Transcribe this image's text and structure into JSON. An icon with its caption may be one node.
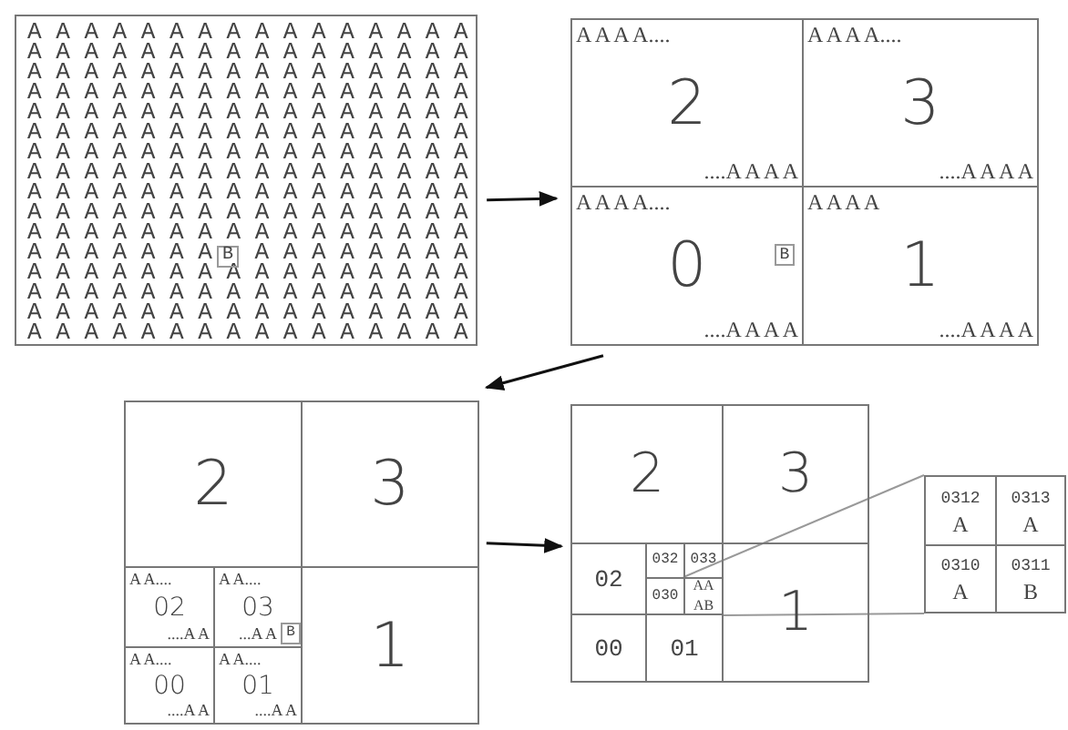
{
  "diagram": {
    "nodes": [
      {
        "text": [
          "A A A A A A A A A A A A A A A A",
          "A A A A A A A A A A A A A A A A",
          "A A A A A A A A A A A A A A A A",
          "A A A A A A A A A A A A A A A A",
          "A A A A A A A A A A A A A A A A",
          "A A A A A A A A A A A A A A A A",
          "A A A A A A A A A A A A A A A A",
          "A A A A A A A A A A A A A A A A",
          "A A A A A A A A A A A A A A A A",
          "A A A A A A A A A A A A A A A A",
          "A A A A A A A A A A A A A A A A",
          "A A A A A A A",
          "A A A A A A A A",
          "A A A A A A A A A A A A A A A A",
          "A A A A A A A A A A A A A A A A",
          "A A A A A A A A A A A A A A A A",
          "A A A A A A A A A A A A A A A A"
        ]
      },
      {
        "text": [
          "B"
        ],
        "in": 0
      },
      {
        "text": [],
        "shape": "box"
      },
      {
        "text": [
          "A A A A....",
          "2",
          "....A A A A"
        ],
        "in": 2
      },
      {
        "text": [
          "A A A A....",
          "3",
          "....A A A A"
        ],
        "in": 2
      },
      {
        "text": [
          "A A A A....",
          "0",
          "....A A A A"
        ],
        "in": 2
      },
      {
        "text": [
          "B"
        ],
        "in": 5
      },
      {
        "text": [
          "A A A A",
          "1",
          "....A A A A"
        ],
        "in": 2
      },
      {
        "text": [],
        "shape": "box"
      },
      {
        "text": [
          "2"
        ],
        "in": 8
      },
      {
        "text": [
          "3"
        ],
        "in": 8
      },
      {
        "text": [
          "A A....",
          "02",
          "....A A"
        ],
        "in": 8
      },
      {
        "text": [
          "A A....",
          "03",
          "...A A"
        ],
        "in": 8
      },
      {
        "text": [
          "B"
        ],
        "in": 12
      },
      {
        "text": [
          "1"
        ],
        "in": 8
      },
      {
        "text": [
          "A A....",
          "00",
          "....A A"
        ],
        "in": 8
      },
      {
        "text": [
          "A A....",
          "01",
          "....A A"
        ],
        "in": 8
      },
      {
        "text": [],
        "shape": "box"
      },
      {
        "text": [
          "2"
        ],
        "in": 17
      },
      {
        "text": [
          "3"
        ],
        "in": 17
      },
      {
        "text": [
          "02"
        ],
        "in": 17
      },
      {
        "text": [
          "032"
        ],
        "in": 17
      },
      {
        "text": [
          "033"
        ],
        "in": 17
      },
      {
        "text": [
          "030"
        ],
        "in": 17
      },
      {
        "text": [
          "AA",
          "AB"
        ],
        "in": 17
      },
      {
        "text": [
          "1"
        ],
        "in": 17
      },
      {
        "text": [
          "00"
        ],
        "in": 17
      },
      {
        "text": [
          "01"
        ],
        "in": 17
      },
      {
        "text": [],
        "shape": "box"
      },
      {
        "text": [
          "0312",
          "A"
        ],
        "in": 28
      },
      {
        "text": [
          "0313",
          "A"
        ],
        "in": 28
      },
      {
        "text": [
          "0310",
          "A"
        ],
        "in": 28
      },
      {
        "text": [
          "0311",
          "B"
        ],
        "in": 28
      }
    ],
    "edges": [
      {
        "from": 0,
        "to": 2,
        "arrow": "to"
      },
      {
        "from": 2,
        "to": 8,
        "arrow": "to"
      },
      {
        "from": 8,
        "to": 17,
        "arrow": "to"
      },
      {
        "from": 24,
        "to": 28,
        "arrow": "none",
        "color": "#999999"
      },
      {
        "from": 24,
        "to": 28,
        "arrow": "none",
        "color": "#999999"
      }
    ]
  }
}
